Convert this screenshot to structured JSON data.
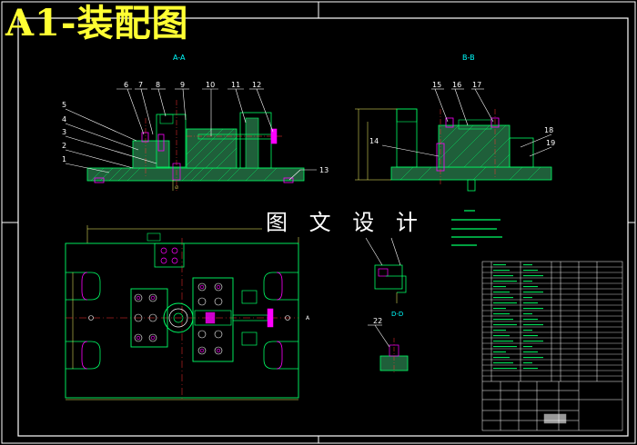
{
  "title": "A1-装配图",
  "watermark": "图 文 设 计",
  "views": {
    "front_section": "A-A",
    "side_section": "B-B",
    "detail_section": "D-D",
    "top_view_label": "A"
  },
  "balloons": [
    "1",
    "2",
    "3",
    "4",
    "5",
    "6",
    "7",
    "8",
    "9",
    "10",
    "11",
    "12",
    "13",
    "14",
    "15",
    "16",
    "17",
    "18",
    "19",
    "22"
  ],
  "colors": {
    "background": "#000000",
    "title": "#ffff33",
    "border": "#ffffff",
    "outline": "#00ff66",
    "section": "#2e8b57",
    "dimension": "#ffff66",
    "center_line": "#ff3333",
    "balloon_line": "#ffffff",
    "part_accent": "#ff00ff",
    "label": "#00ffff"
  }
}
